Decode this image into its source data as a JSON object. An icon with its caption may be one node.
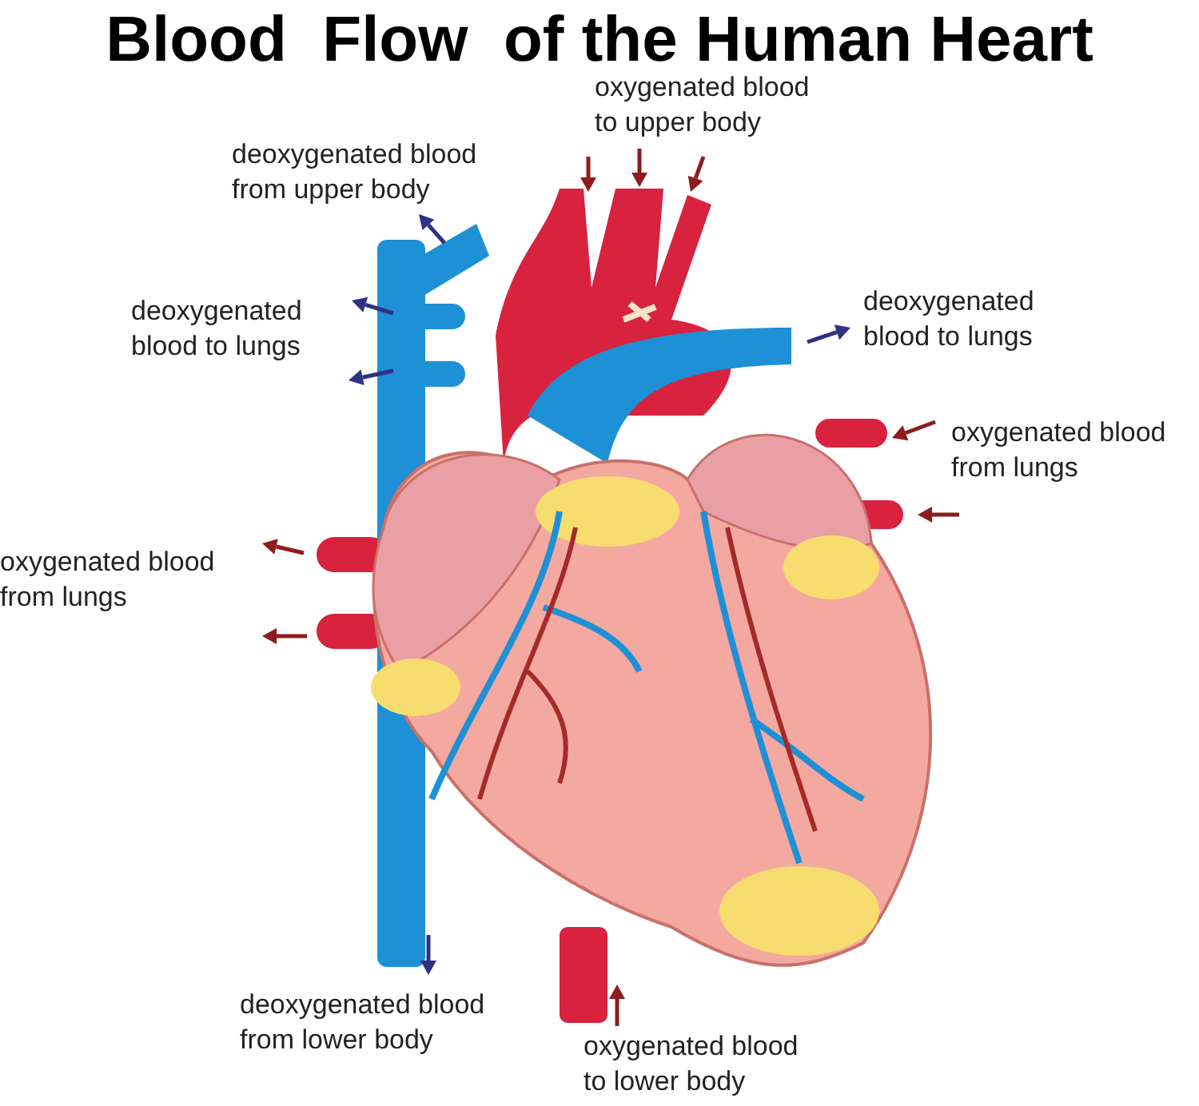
{
  "diagram": {
    "title": "Blood  Flow  of the Human Heart",
    "labels": [
      "oxygenated blood to upper body",
      "deoxygenated blood from upper body",
      "deoxygenated blood to lungs",
      "deoxygenated blood to lungs",
      "oxygenated blood from lungs",
      "oxygenated blood from lungs",
      "deoxygenated blood from lower body",
      "oxygenated blood to lower body"
    ]
  }
}
